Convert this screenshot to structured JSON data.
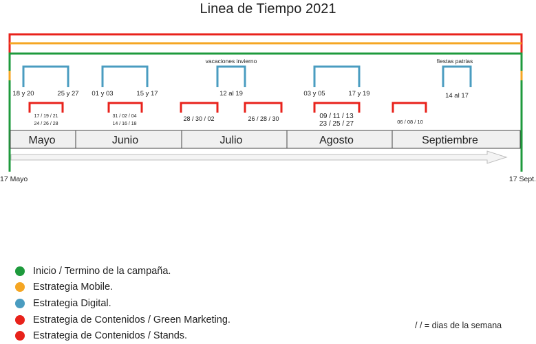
{
  "title": "Linea de Tiempo 2021",
  "colors": {
    "campaign": "#1e9a3c",
    "mobile": "#f5a623",
    "digital": "#4a9cc0",
    "content": "#e8221b",
    "band_fill": "#f0f0f0",
    "band_line": "#444444"
  },
  "endpoints": {
    "start": "17 Mayo",
    "end": "17 Sept."
  },
  "months": [
    "Mayo",
    "Junio",
    "Julio",
    "Agosto",
    "Septiembre"
  ],
  "events": {
    "digital": [
      {
        "left": "18 y 20",
        "right": "25 y 27"
      },
      {
        "left": "01 y 03",
        "right": "15 y 17"
      },
      {
        "center": "12 al 19",
        "top": "vacaciones invierno"
      },
      {
        "left": "03 y 05",
        "right": "17 y 19"
      },
      {
        "center": "14 al 17",
        "top": "fiestas patrias"
      }
    ],
    "content": [
      {
        "lines": [
          "17 / 19 / 21",
          "24 / 26 / 28"
        ]
      },
      {
        "lines": [
          "31 / 02 / 04",
          "14 / 16 / 18"
        ]
      },
      {
        "lines": [
          "28 / 30 / 02"
        ]
      },
      {
        "lines": [
          "26 / 28 / 30"
        ]
      },
      {
        "lines": [
          "09 / 11 / 13",
          "23 / 25 / 27"
        ]
      },
      {
        "lines": [
          "06 / 08 / 10"
        ]
      }
    ]
  },
  "legend": [
    {
      "label": "Inicio / Termino de la campaña.",
      "color": "#1e9a3c"
    },
    {
      "label": "Estrategia Mobile.",
      "color": "#f5a623"
    },
    {
      "label": "Estrategia Digital.",
      "color": "#4a9cc0"
    },
    {
      "label": "Estrategia de Contenidos / Green Marketing.",
      "color": "#e8221b"
    },
    {
      "label": "Estrategia de Contenidos / Stands.",
      "color": "#e8221b"
    }
  ],
  "note": "/  / = dias de la semana"
}
